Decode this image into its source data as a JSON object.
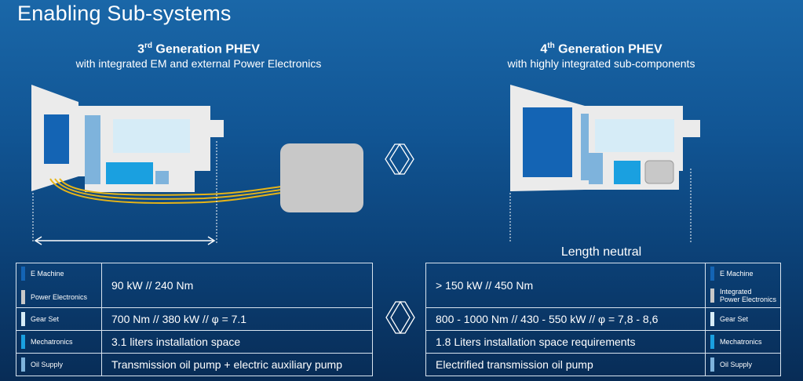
{
  "title": "Enabling Sub-systems",
  "gen3": {
    "heading_prefix": "3",
    "heading_sup": "rd",
    "heading_rest": " Generation PHEV",
    "subtitle": "with integrated EM and external Power Electronics"
  },
  "gen4": {
    "heading_prefix": "4",
    "heading_sup": "th",
    "heading_rest": " Generation PHEV",
    "subtitle": "with highly integrated sub-components"
  },
  "length_label": "Length neutral",
  "colors": {
    "e_machine": "#1464b4",
    "power_electronics": "#c8c8c8",
    "gear_set": "#d6ecf7",
    "mechatronics": "#1aa0e0",
    "oil_supply": "#7eb3dc",
    "housing": "#eaeaea",
    "cable": "#e6b418"
  },
  "legend": {
    "e_machine": "E Machine",
    "power_electronics": "Power Electronics",
    "integrated_power_electronics_1": "Integrated",
    "integrated_power_electronics_2": "Power Electronics",
    "gear_set": "Gear Set",
    "mechatronics": "Mechatronics",
    "oil_supply": "Oil Supply"
  },
  "table3": {
    "power": "90 kW // 240 Nm",
    "gear": "700 Nm // 380 kW // φ = 7.1",
    "mech": "3.1 liters installation space",
    "oil": "Transmission oil pump + electric auxiliary pump"
  },
  "table4": {
    "power": "> 150 kW // 450 Nm",
    "gear": "800 - 1000 Nm  // 430 - 550 kW  // φ = 7,8 - 8,6",
    "mech": "1.8 Liters installation space requirements",
    "oil": "Electrified transmission oil pump"
  }
}
